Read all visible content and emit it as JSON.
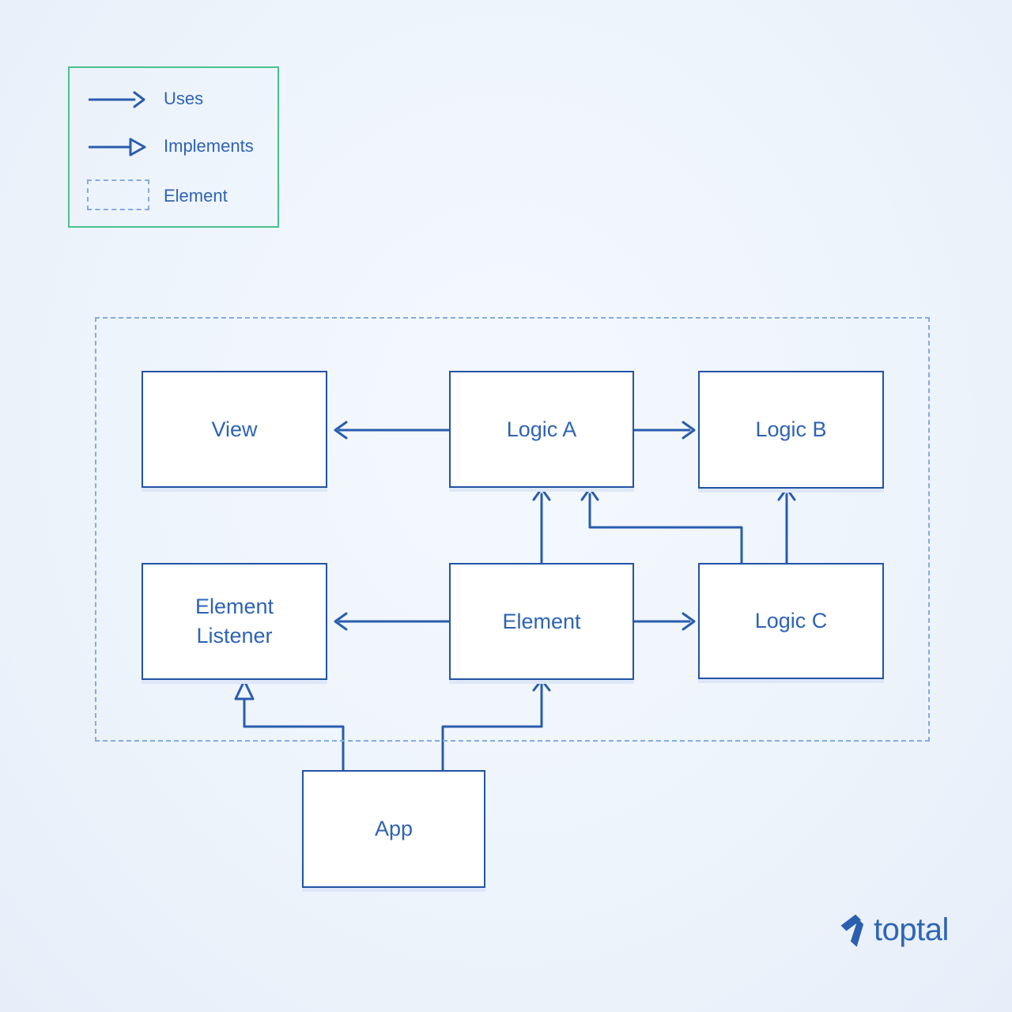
{
  "legend": {
    "items": [
      {
        "icon": "uses-arrow-icon",
        "label": "Uses"
      },
      {
        "icon": "implements-arrow-icon",
        "label": "Implements"
      },
      {
        "icon": "element-box-icon",
        "label": "Element"
      }
    ]
  },
  "diagram": {
    "nodes": {
      "view": {
        "label": "View"
      },
      "logic_a": {
        "label": "Logic A"
      },
      "logic_b": {
        "label": "Logic B"
      },
      "element_listener": {
        "label": "Element Listener"
      },
      "element": {
        "label": "Element"
      },
      "logic_c": {
        "label": "Logic C"
      },
      "app": {
        "label": "App"
      }
    },
    "edges": [
      {
        "from": "logic_a",
        "to": "view",
        "type": "uses"
      },
      {
        "from": "logic_a",
        "to": "logic_b",
        "type": "uses"
      },
      {
        "from": "element",
        "to": "logic_a",
        "type": "uses"
      },
      {
        "from": "logic_c",
        "to": "logic_a",
        "type": "uses"
      },
      {
        "from": "logic_c",
        "to": "logic_b",
        "type": "uses"
      },
      {
        "from": "element",
        "to": "element_listener",
        "type": "uses"
      },
      {
        "from": "element",
        "to": "logic_c",
        "type": "uses"
      },
      {
        "from": "app",
        "to": "element_listener",
        "type": "implements"
      },
      {
        "from": "app",
        "to": "element",
        "type": "uses"
      }
    ]
  },
  "logo": {
    "text": "toptal"
  },
  "colors": {
    "background": "#eef4fb",
    "node_border_blue": "#2253a4",
    "line_blue": "#2a5cad",
    "text_blue": "#2e63b5",
    "dashed_light_blue": "#85abdf",
    "legend_green": "#4ac08f",
    "logo_blue": "#2d66b5"
  }
}
